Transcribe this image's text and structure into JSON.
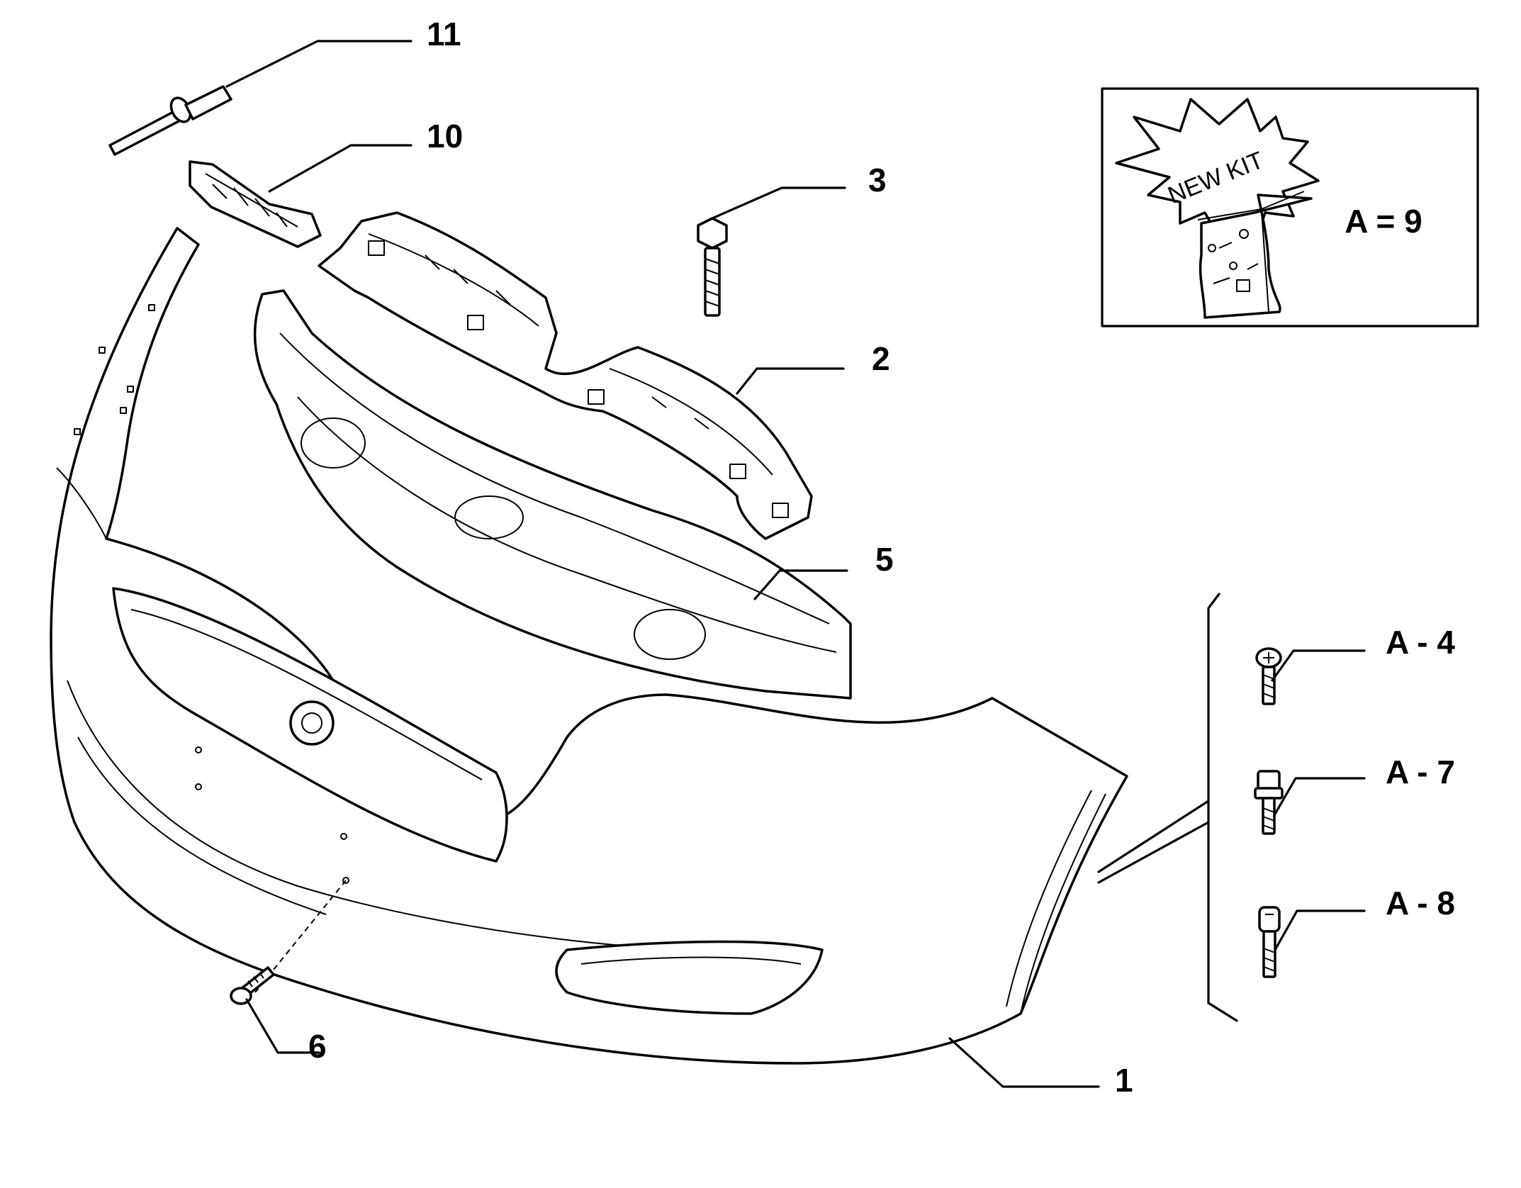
{
  "callouts": {
    "c1": "1",
    "c2": "2",
    "c3": "3",
    "c5": "5",
    "c6": "6",
    "c10": "10",
    "c11": "11",
    "a4": "A - 4",
    "a7": "A - 7",
    "a8": "A - 8"
  },
  "kit_box": {
    "badge_text": "NEW KIT",
    "label": "A = 9"
  },
  "colors": {
    "line": "#000000",
    "background": "#ffffff"
  }
}
